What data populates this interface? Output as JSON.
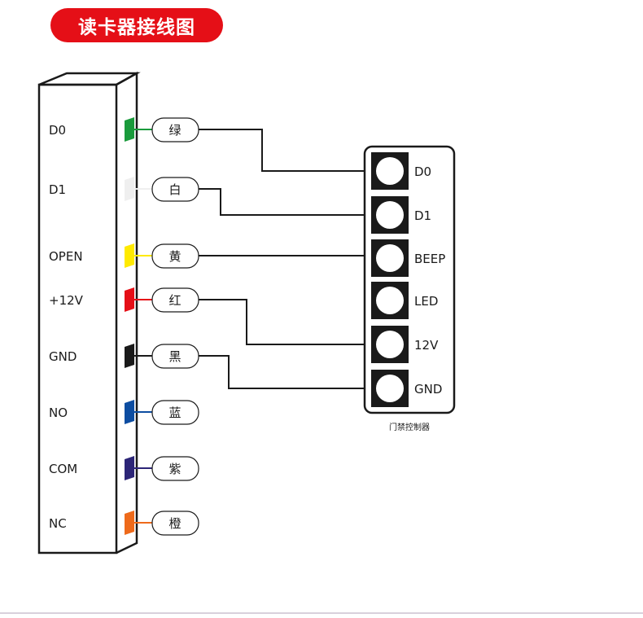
{
  "title": "读卡器接线图",
  "reader_pins": [
    {
      "label": "D0",
      "wire": "绿",
      "color": "#1a9b3c"
    },
    {
      "label": "D1",
      "wire": "白",
      "color": "#efefef"
    },
    {
      "label": "OPEN",
      "wire": "黄",
      "color": "#ffea00"
    },
    {
      "label": "+12V",
      "wire": "红",
      "color": "#e50f17"
    },
    {
      "label": "GND",
      "wire": "黑",
      "color": "#1a1a1a"
    },
    {
      "label": "NO",
      "wire": "蓝",
      "color": "#0d4da1"
    },
    {
      "label": "COM",
      "wire": "紫",
      "color": "#2c2577"
    },
    {
      "label": "NC",
      "wire": "橙",
      "color": "#ee6a1b"
    }
  ],
  "controller": {
    "caption": "门禁控制器",
    "terminals": [
      "D0",
      "D1",
      "BEEP",
      "LED",
      "12V",
      "GND"
    ]
  },
  "connections": [
    {
      "from": "D0",
      "to": "D0"
    },
    {
      "from": "D1",
      "to": "D1"
    },
    {
      "from": "OPEN",
      "to": "BEEP"
    },
    {
      "from": "+12V",
      "to": "12V"
    },
    {
      "from": "GND",
      "to": "GND"
    }
  ]
}
